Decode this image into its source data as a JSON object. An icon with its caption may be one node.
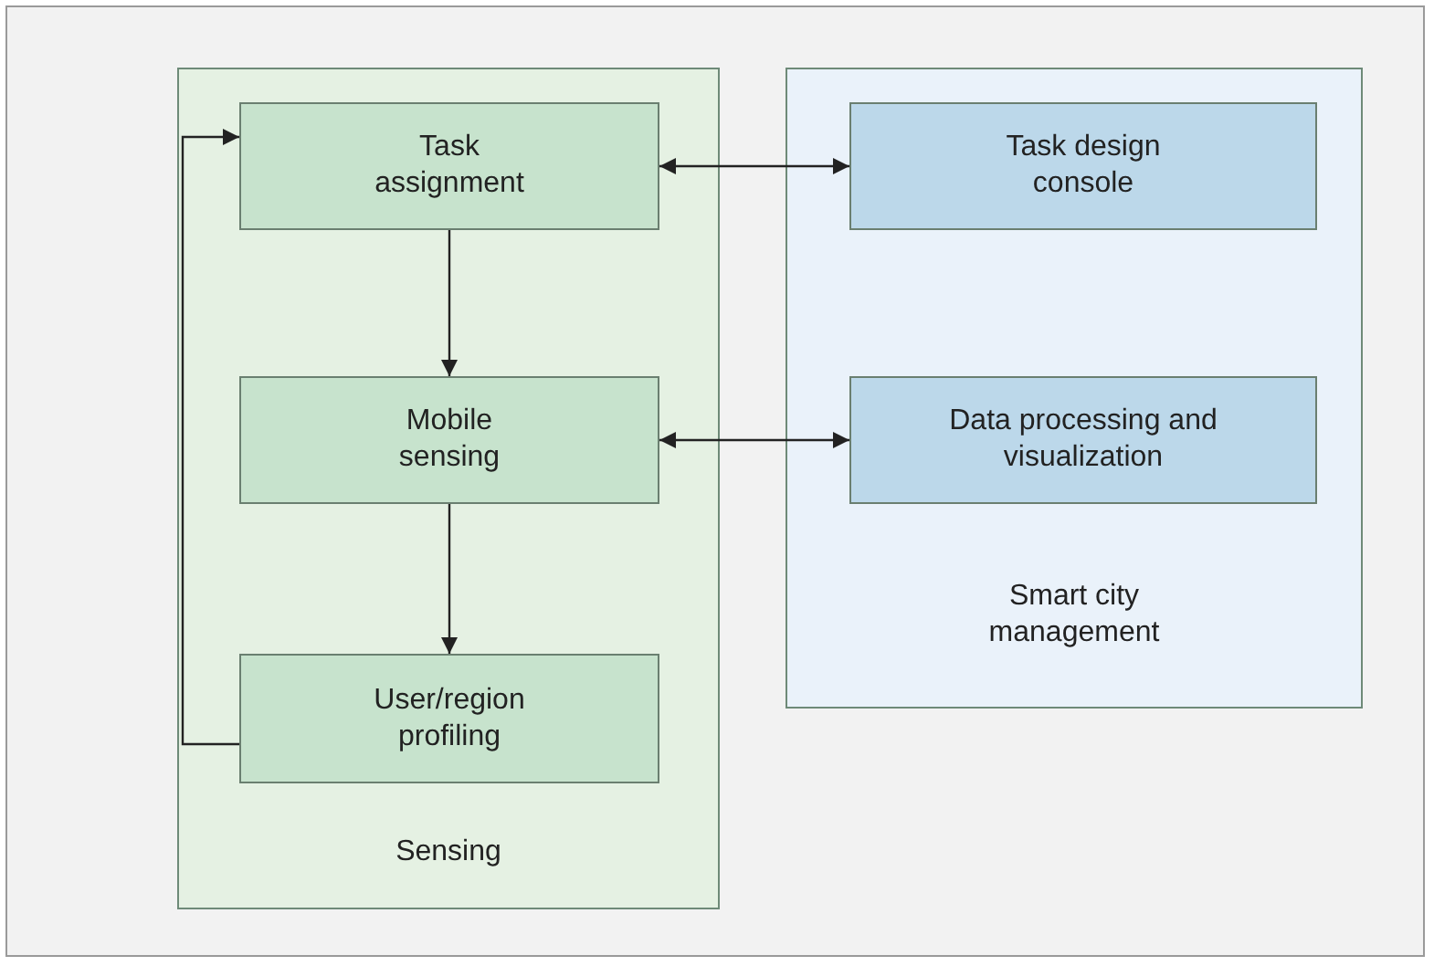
{
  "diagram": {
    "nodes": [
      {
        "text": [
          "Sensing"
        ]
      },
      {
        "text": [
          "Task assignment"
        ],
        "in": 0
      },
      {
        "text": [
          "Mobile sensing"
        ],
        "in": 0
      },
      {
        "text": [
          "User/region profiling"
        ],
        "in": 0
      },
      {
        "text": [
          "Smart city management"
        ]
      },
      {
        "text": [
          "Task design console"
        ],
        "in": 4
      },
      {
        "text": [
          "Data processing and visualization"
        ],
        "in": 4
      }
    ],
    "edges": [
      {
        "from": 1,
        "to": 2,
        "arrow": "to"
      },
      {
        "from": 2,
        "to": 3,
        "arrow": "to"
      },
      {
        "from": 3,
        "to": 1,
        "arrow": "to"
      },
      {
        "from": 1,
        "to": 5,
        "arrow": "both"
      },
      {
        "from": 2,
        "to": 6,
        "arrow": "both"
      }
    ]
  }
}
